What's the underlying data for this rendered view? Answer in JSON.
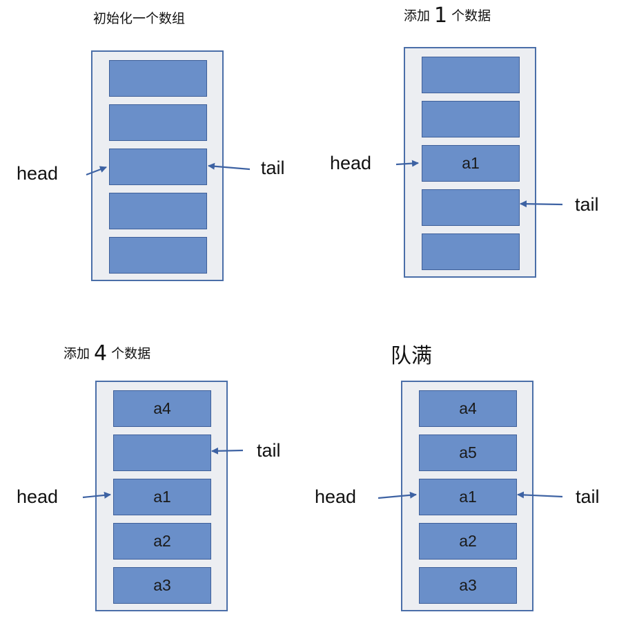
{
  "colors": {
    "cell_fill": "#6a8fc9",
    "cell_border": "#3e5f99",
    "array_bg": "#eceef2",
    "arrow": "#3d62a3"
  },
  "panels": [
    {
      "title": "初始化一个数组",
      "title_num": "",
      "title_suffix": "",
      "cells": [
        "",
        "",
        "",
        "",
        ""
      ],
      "head_label": "head",
      "tail_label": "tail"
    },
    {
      "title": "添加",
      "title_num": "1",
      "title_suffix": "个数据",
      "cells": [
        "",
        "",
        "a1",
        "",
        ""
      ],
      "head_label": "head",
      "tail_label": "tail"
    },
    {
      "title": "添加",
      "title_num": "4",
      "title_suffix": "个数据",
      "cells": [
        "a4",
        "",
        "a1",
        "a2",
        "a3"
      ],
      "head_label": "head",
      "tail_label": "tail"
    },
    {
      "title": "队满",
      "title_num": "",
      "title_suffix": "",
      "cells": [
        "a4",
        "a5",
        "a1",
        "a2",
        "a3"
      ],
      "head_label": "head",
      "tail_label": "tail"
    }
  ]
}
